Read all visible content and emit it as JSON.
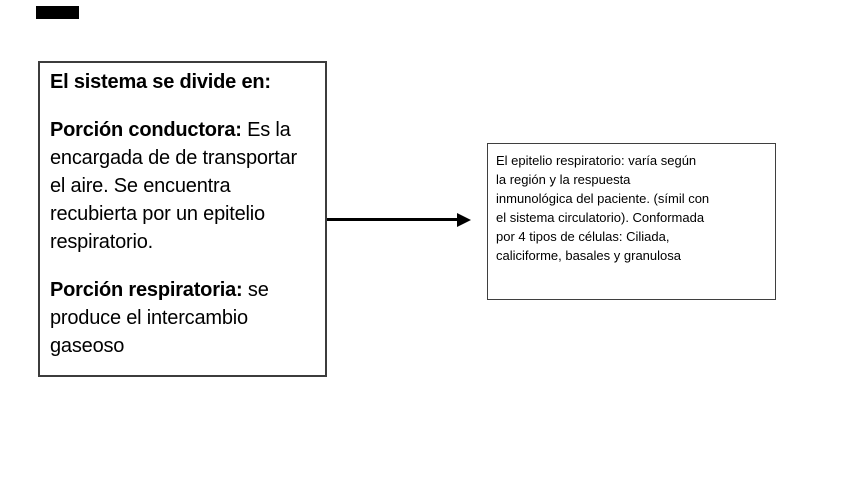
{
  "colors": {
    "background": "#ffffff",
    "text": "#000000",
    "left_box_border": "#3c3c3c",
    "right_box_border": "#3f3f3f",
    "arrow": "#000000",
    "corner_shape_fill": "#000000"
  },
  "left_box": {
    "heading": "El sistema se divide en:",
    "conductora": {
      "bold_label": "Porción conductora:",
      "text": " Es la\nencargada de de transportar\nel aire. Se encuentra\nrecubierta por un epitelio\nrespiratorio."
    },
    "respiratoria": {
      "bold_label": "Porción respiratoria:",
      "text": " se\nproduce el intercambio\ngaseoso"
    }
  },
  "right_box": {
    "text": "El epitelio respiratorio: varía según\nla región y la respuesta\ninmunológica del paciente. (símil con\nel sistema circulatorio). Conformada\npor 4 tipos de células: Ciliada,\ncaliciforme, basales y granulosa"
  }
}
